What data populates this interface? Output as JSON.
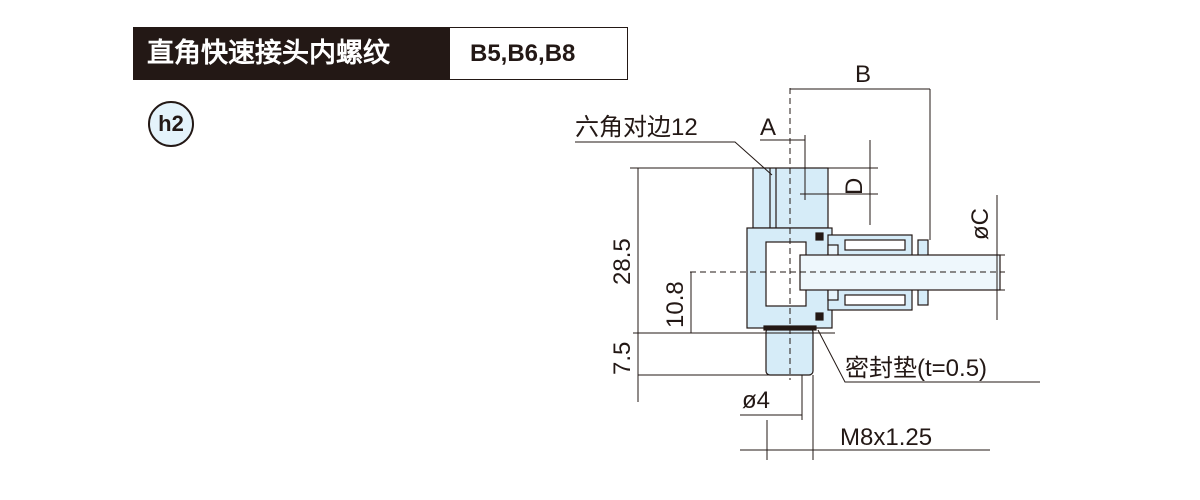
{
  "header": {
    "title": "直角快速接头内螺纹",
    "models": "B5,B6,B8"
  },
  "badge": "h2",
  "drawing": {
    "hex_label": "六角对边12",
    "dim_a": "A",
    "dim_b": "B",
    "dim_c": "øC",
    "dim_d": "D",
    "dim_total_height": "28.5",
    "dim_center_height": "10.8",
    "dim_thread_length": "7.5",
    "dim_bore": "ø4",
    "thread": "M8x1.25",
    "seal_label": "密封垫(t=0.5)"
  },
  "colors": {
    "body": "#d6ecf8",
    "line": "#231815"
  }
}
